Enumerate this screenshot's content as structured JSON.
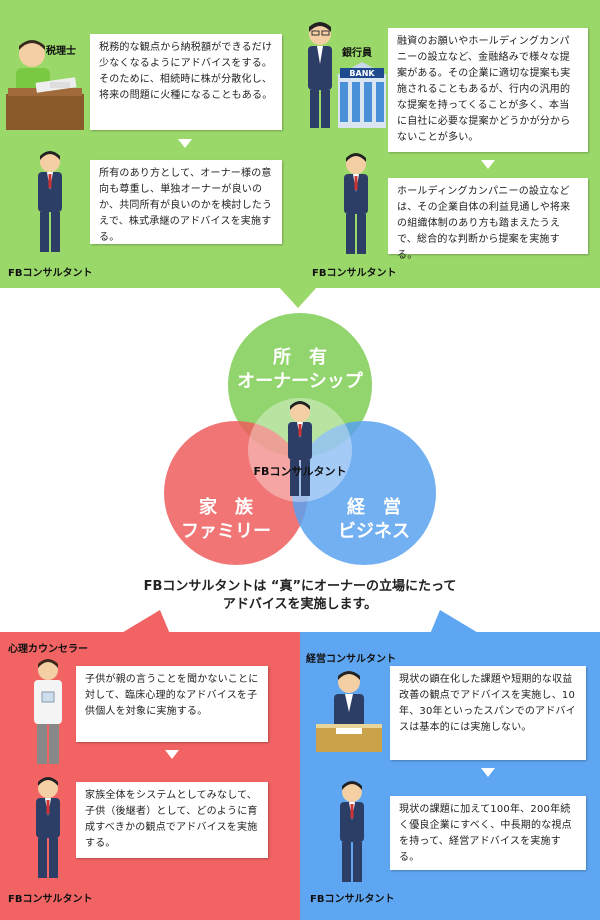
{
  "top": {
    "left": {
      "role_label": "税理士",
      "text1": "税務的な観点から納税額ができるだけ少なくなるようにアドバイスをする。そのために、相続時に株が分散化し、将来の問題に火種になることもある。",
      "text2": "所有のあり方として、オーナー様の意向も尊重し、単独オーナーが良いのか、共同所有が良いのかを検討したうえで、株式承継のアドバイスを実施する。",
      "fb_label": "FBコンサルタント"
    },
    "right": {
      "role_label": "銀行員",
      "bank_sign": "BANK",
      "text1": "融資のお願いやホールディングカンパニーの設立など、金融絡みで様々な提案がある。その企業に適切な提案も実施されることもあるが、行内の汎用的な提案を持ってくることが多く、本当に自社に必要な提案かどうかが分からないことが多い。",
      "text2": "ホールディングカンパニーの設立などは、その企業自体の利益見通しや将来の組織体制のあり方も踏まえたうえで、総合的な判断から提案を実施する。",
      "fb_label": "FBコンサルタント"
    }
  },
  "venn": {
    "top_line1": "所　有",
    "top_line2": "オーナーシップ",
    "left_line1": "家　族",
    "left_line2": "ファミリー",
    "right_line1": "経　営",
    "right_line2": "ビジネス",
    "center_label": "FBコンサルタント",
    "colors": {
      "green": "#7fcc55",
      "red": "#ef5d5d",
      "blue": "#5aa2f0"
    }
  },
  "message": {
    "line1": "FBコンサルタントは “真”にオーナーの立場にたって",
    "line2": "アドバイスを実施します。"
  },
  "bottom": {
    "left": {
      "role_label": "心理カウンセラー",
      "text1": "子供が親の言うことを聞かないことに対して、臨床心理的なアドバイスを子供個人を対象に実施する。",
      "text2": "家族全体をシステムとしてみなして、子供（後継者）として、どのように育成すべきかの観点でアドバイスを実施する。",
      "fb_label": "FBコンサルタント"
    },
    "right": {
      "role_label": "経営コンサルタント",
      "text1": "現状の顕在化した課題や短期的な収益改善の観点でアドバイスを実施し、10年、30年といったスパンでのアドバイスは基本的には実施しない。",
      "text2": "現状の課題に加えて100年、200年続く優良企業にすべく、中長期的な視点を持って、経営アドバイスを実施する。",
      "fb_label": "FBコンサルタント"
    }
  }
}
